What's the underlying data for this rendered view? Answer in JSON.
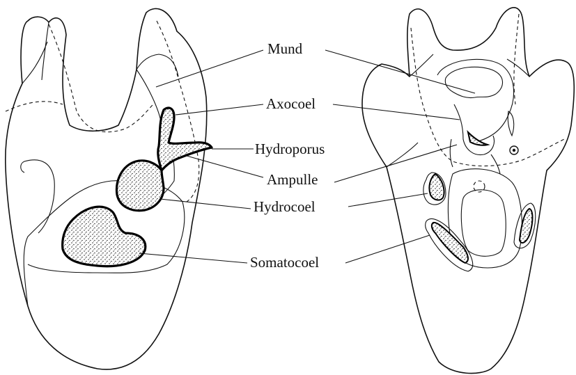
{
  "labels": {
    "mund": "Mund",
    "axocoel": "Axocoel",
    "hydroporus": "Hydroporus",
    "ampulle": "Ampulle",
    "hydrocoel": "Hydrocoel",
    "somatocoel": "Somatocoel"
  },
  "colors": {
    "ink": "#111111",
    "background": "#ffffff"
  }
}
